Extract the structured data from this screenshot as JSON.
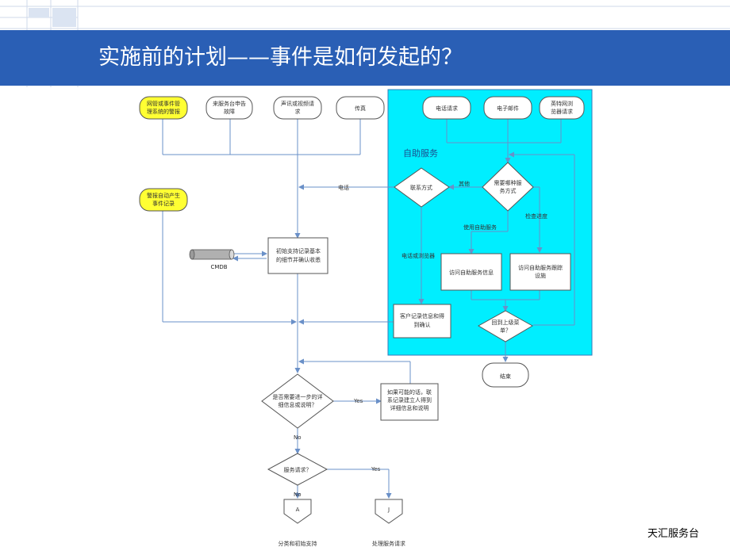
{
  "slide": {
    "title": "实施前的计划——事件是如何发起的？",
    "footer": "天汇服务台"
  },
  "diagram": {
    "inputs": {
      "monitoring_alert": [
        "网管或事件管",
        "理系统的警报"
      ],
      "service_desk_fault": [
        "来服务台申告",
        "故障"
      ],
      "voice_video_request": [
        "声讯或视频请",
        "求"
      ],
      "fax": "传真",
      "auto_alert_record": [
        "警报自动产生",
        "事件记录"
      ]
    },
    "self_service": {
      "label": "自助服务",
      "phone_request": "电话请求",
      "email": "电子邮件",
      "internet_browser_request": [
        "英特网浏",
        "览器请求"
      ],
      "which_service_decision": [
        "需要哪种服",
        "务方式"
      ],
      "contact_method_decision": "联系方式",
      "other_label": "其他",
      "use_self_service_label": "使用自助服务",
      "check_progress_label": "检查进度",
      "phone_or_browser_label": "电话或浏览器",
      "access_self_service_info": "访问自助服务信息",
      "access_self_service_tracking": [
        "访问自助服务跟踪",
        "设施"
      ],
      "return_to_menu": [
        "回到上级菜",
        "单？"
      ],
      "customer_record_confirm": [
        "客户记录信息和得",
        "到确认"
      ]
    },
    "phone_label": "电话",
    "end": "结束",
    "cmdb": "CMDB",
    "initial_support": [
      "初始支持记录基本",
      "的细节并确认收悉"
    ],
    "further_detail_decision": [
      "是否需要进一步的详",
      "细信息或说明？"
    ],
    "create_link_record": [
      "如果可能的话，联",
      "系记录建立人得到",
      "详细信息和说明"
    ],
    "service_request_decision": "服务请求？",
    "yes_label": "Yes",
    "no_label": "No",
    "connector_a": "A",
    "connector_j": "J",
    "classify_initial_support": "分类和初始支持",
    "handle_service_request": "处理服务请求"
  },
  "colors": {
    "banner": "#2a5fb5",
    "grid": "#cfd8ea",
    "self_service_bg": "#00eeff",
    "highlight": "#ffff33",
    "arrow": "#6a90c8"
  }
}
